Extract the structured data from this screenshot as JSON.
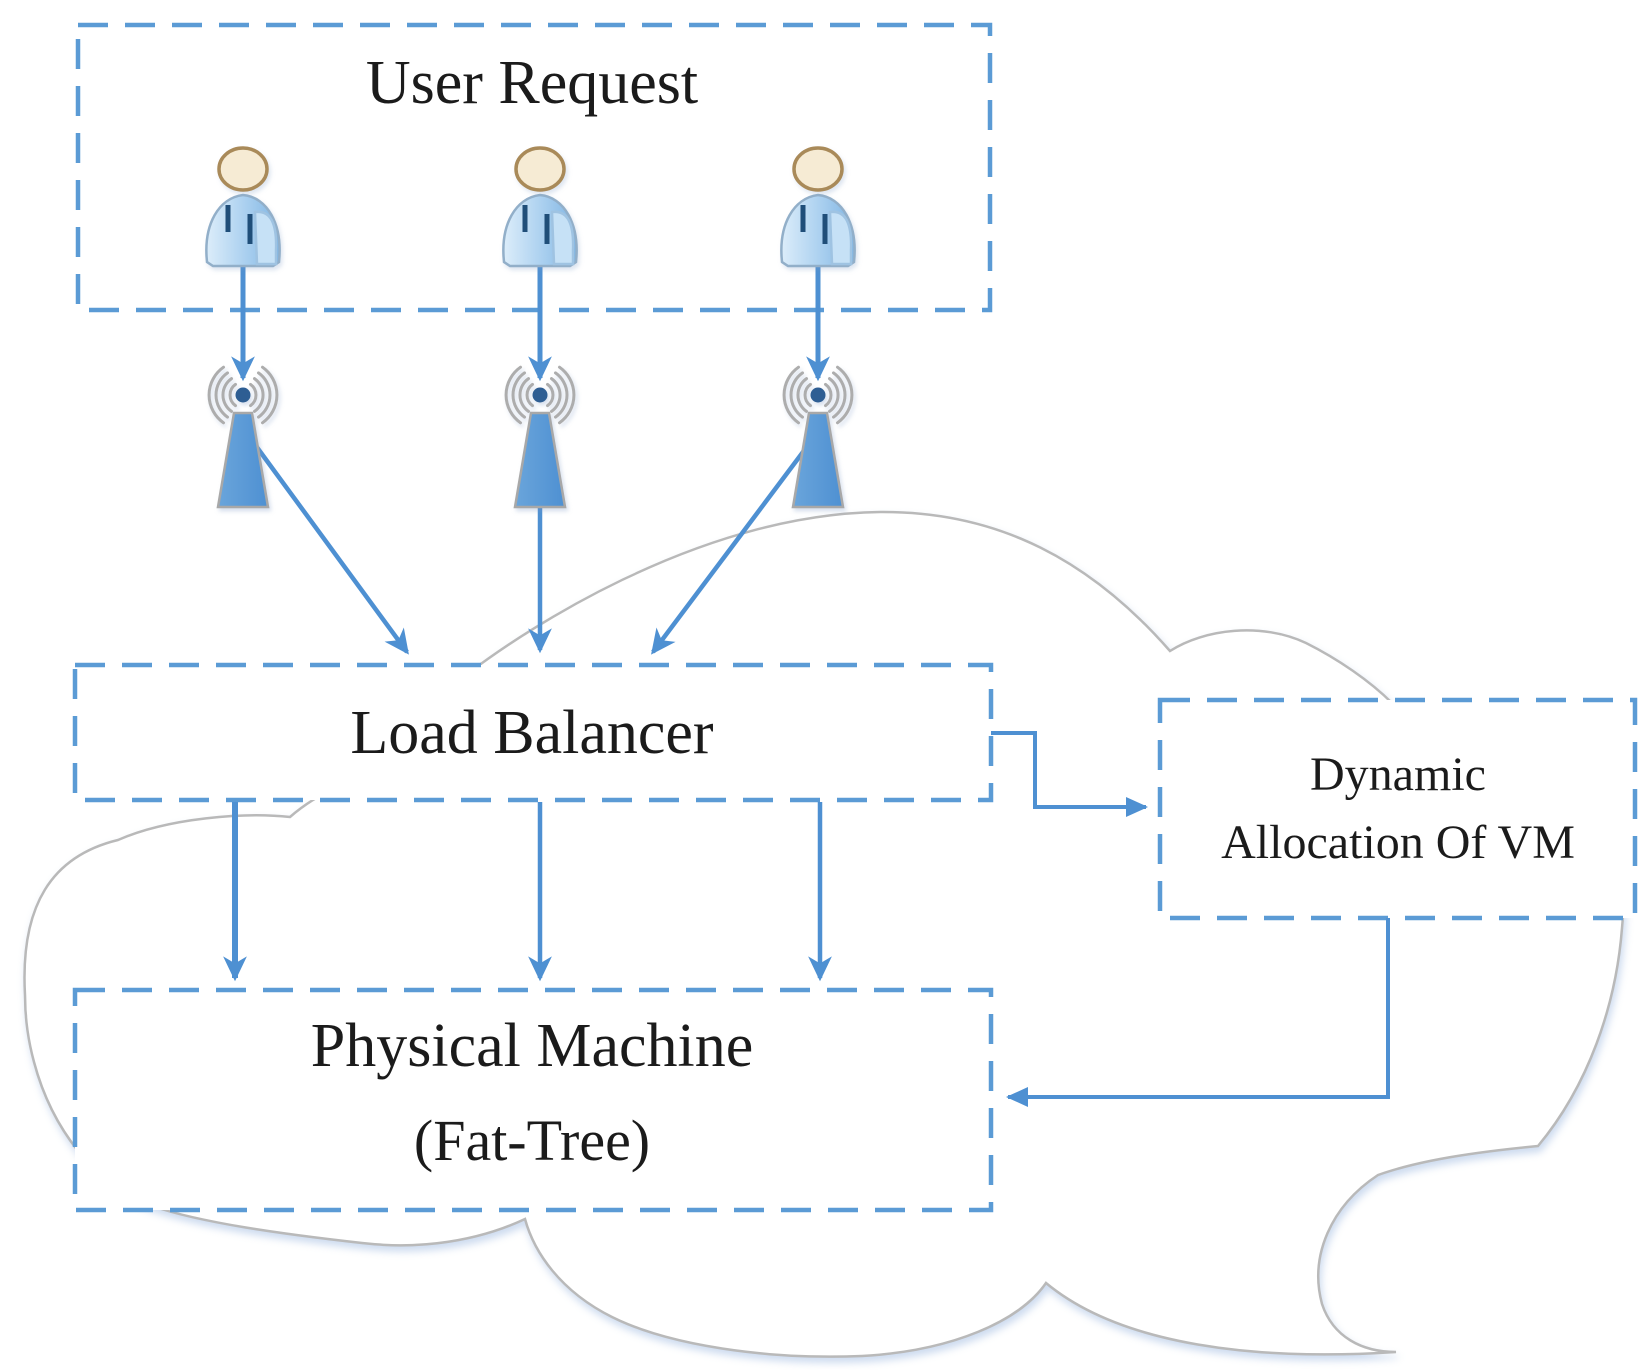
{
  "boxes": {
    "user_request": {
      "label": "User Request"
    },
    "load_balancer": {
      "label": "Load Balancer"
    },
    "physical_machine": {
      "line1": "Physical Machine",
      "line2": "(Fat-Tree)"
    },
    "dynamic_allocation": {
      "line1": "Dynamic",
      "line2": "Allocation Of VM"
    }
  },
  "icons": {
    "user": "person-icon",
    "base_station": "antenna-tower-icon",
    "background": "cloud-shape"
  },
  "counts": {
    "users": 3,
    "antennas": 3,
    "load_balancer_outputs": 3
  },
  "colors": {
    "box_dash_blue": "#5B9BD5",
    "arrow_blue": "#4E90D2",
    "antenna_dot_blue": "#2E5E93",
    "cloud_outline_gray": "#B9B9B9",
    "text_black": "#1B1B1B",
    "head_beige": "#F6EBD4"
  }
}
